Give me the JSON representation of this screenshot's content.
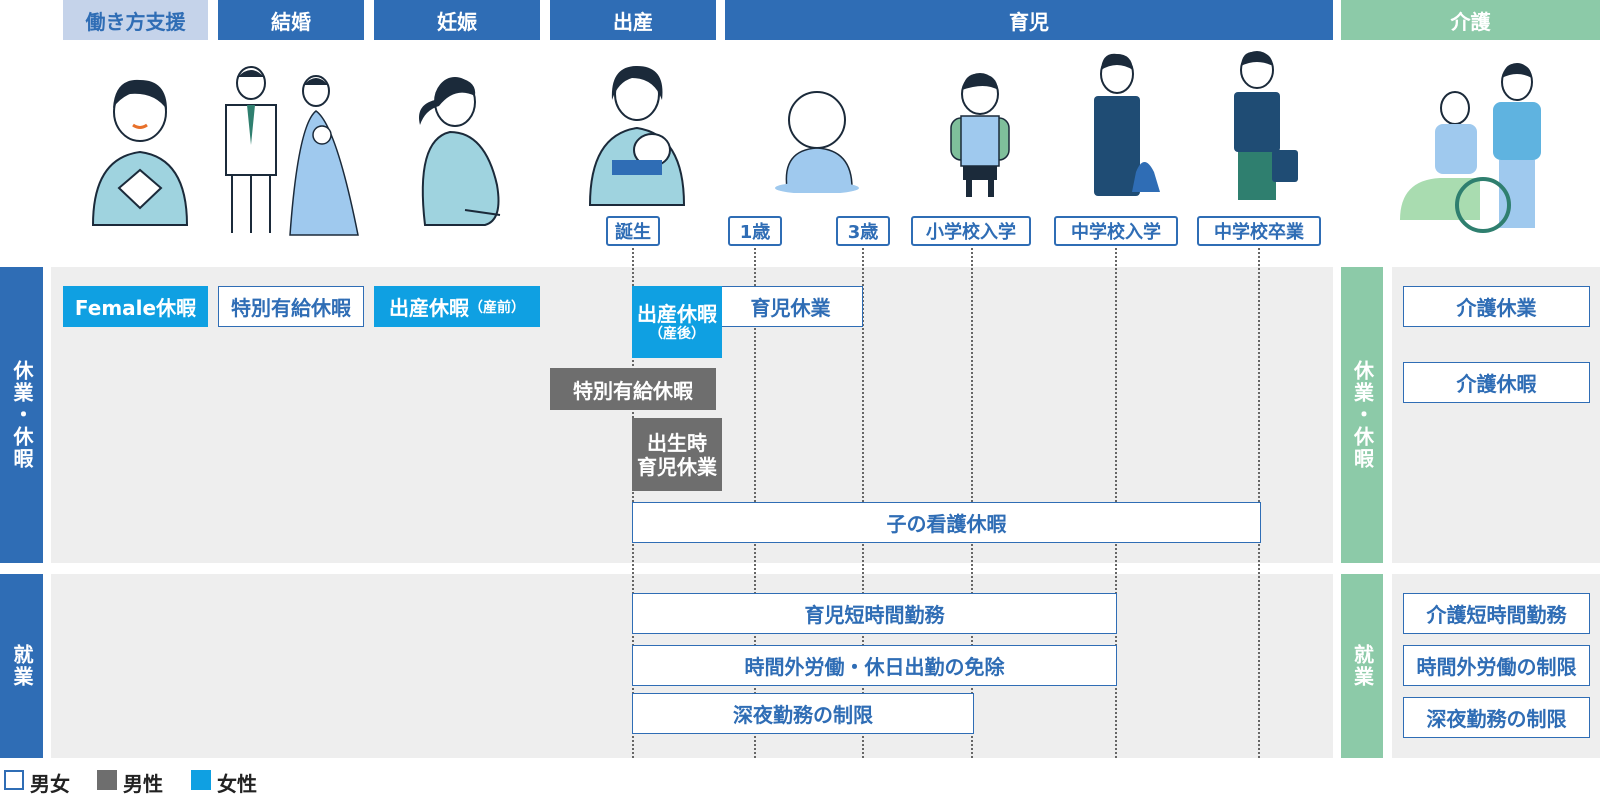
{
  "headers": {
    "work_support": "働き方支援",
    "marriage": "結婚",
    "pregnancy": "妊娠",
    "birth": "出産",
    "childcare": "育児",
    "nursing_care": "介護"
  },
  "stages": {
    "birth": "誕生",
    "age1": "1歳",
    "age3": "3歳",
    "elementary": "小学校入学",
    "junior_high": "中学校入学",
    "junior_high_grad": "中学校卒業"
  },
  "rows": {
    "leave": "休業・休暇",
    "work": "就業"
  },
  "leave_items": {
    "female_leave": "Female休暇",
    "special_paid_leave": "特別有給休暇",
    "maternity_pre_main": "出産休暇",
    "maternity_pre_sub": "（産前）",
    "maternity_post_main": "出産休暇",
    "maternity_post_sub": "（産後）",
    "childcare_leave": "育児休業",
    "special_paid_leave_male": "特別有給休暇",
    "paternity_line1": "出生時",
    "paternity_line2": "育児休業",
    "sick_child_leave": "子の看護休暇"
  },
  "work_items": {
    "short_hours": "育児短時間勤務",
    "overtime_exemption": "時間外労働・休日出勤の免除",
    "night_limit": "深夜勤務の制限"
  },
  "care_items": {
    "care_leave_long": "介護休業",
    "care_leave": "介護休暇",
    "care_short_hours": "介護短時間勤務",
    "care_overtime_limit": "時間外労働の制限",
    "care_night_limit": "深夜勤務の制限"
  },
  "legend": {
    "both": "男女",
    "male": "男性",
    "female": "女性"
  },
  "colors": {
    "blue": "#2f6db5",
    "light_blue": "#c5d3ea",
    "green": "#8ccaa8",
    "female": "#0fa0e2",
    "male": "#6e6e6e",
    "panel": "#eeeeee"
  },
  "illustrations": [
    "woman-heart-figure",
    "wedding-couple-figure",
    "pregnant-woman-figure",
    "mother-with-baby-figure",
    "baby-figure",
    "elementary-child-figure",
    "junior-high-student-figure",
    "high-school-student-figure",
    "caregiver-wheelchair-figure"
  ]
}
